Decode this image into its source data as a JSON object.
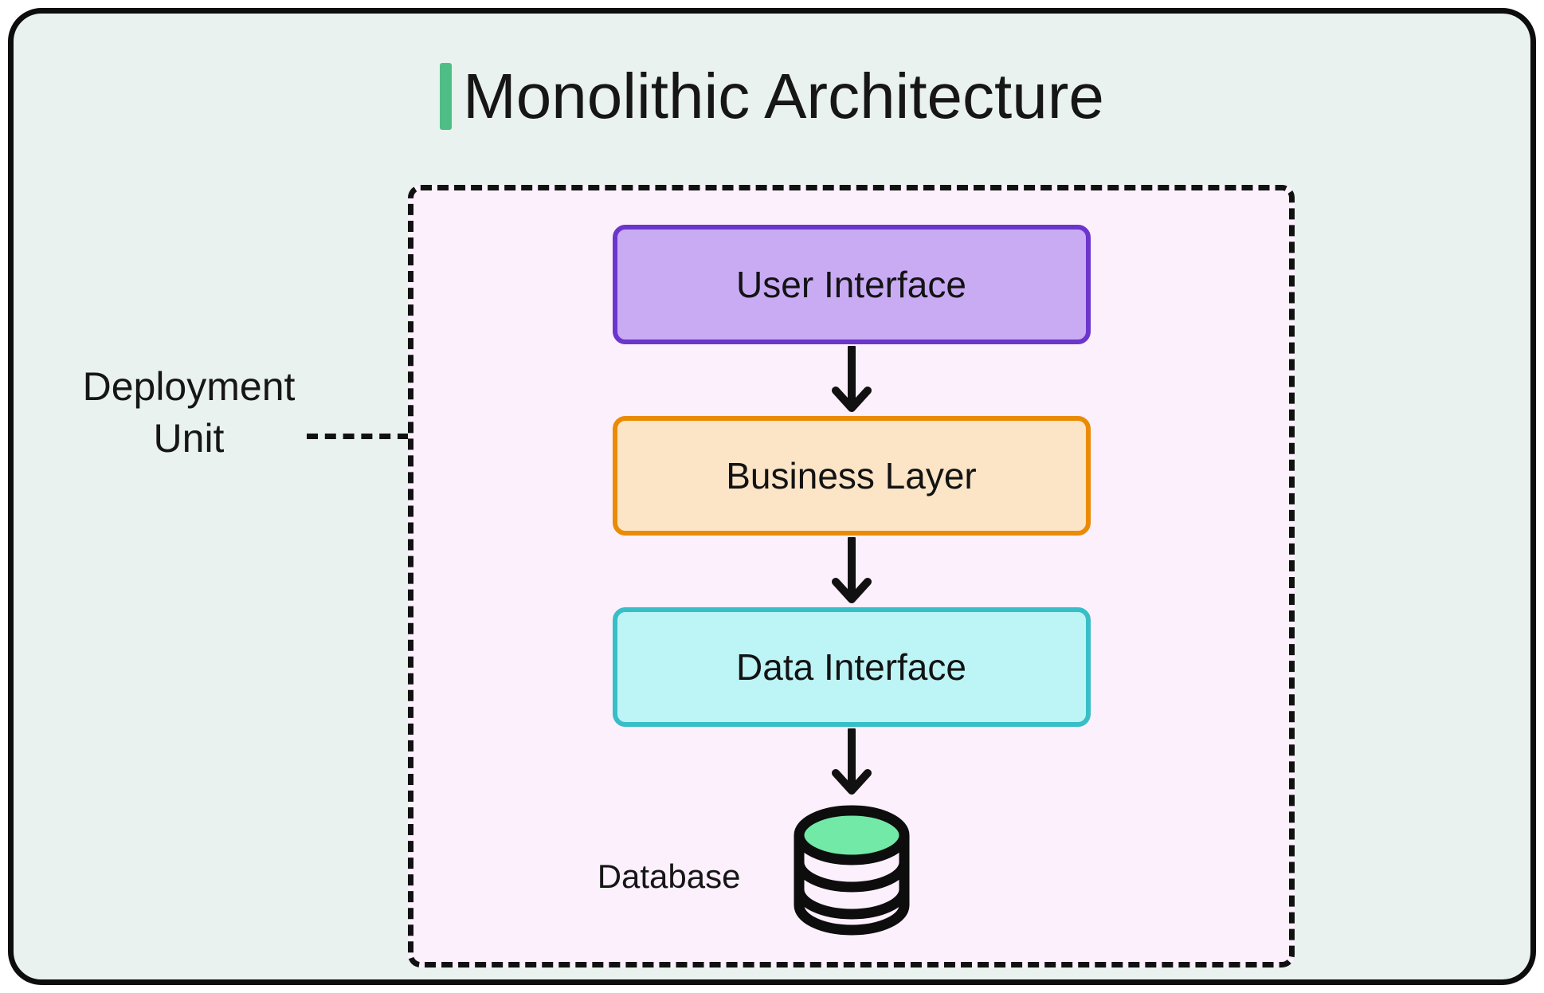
{
  "title": {
    "text": "Monolithic Architecture",
    "accent_color": "#4fbe86"
  },
  "deployment_unit": {
    "label_line1": "Deployment",
    "label_line2": "Unit"
  },
  "layers": [
    {
      "label": "User Interface",
      "fill": "#c9abf4",
      "border": "#6c35cc"
    },
    {
      "label": "Business Layer",
      "fill": "#fce5c7",
      "border": "#ea8b05"
    },
    {
      "label": "Data Interface",
      "fill": "#bdf4f6",
      "border": "#38bec6"
    }
  ],
  "database": {
    "label": "Database",
    "top_color": "#72e9a6",
    "body_color": "#fdf0fd",
    "outline_color": "#0d0d0d"
  },
  "colors": {
    "canvas_bg": "#ffffff",
    "frame_fill": "#e9f2ee",
    "frame_border": "#0d0d0d",
    "unit_fill": "#fdf0fd",
    "unit_border": "#111111",
    "text": "#161616",
    "arrow": "#111111"
  }
}
